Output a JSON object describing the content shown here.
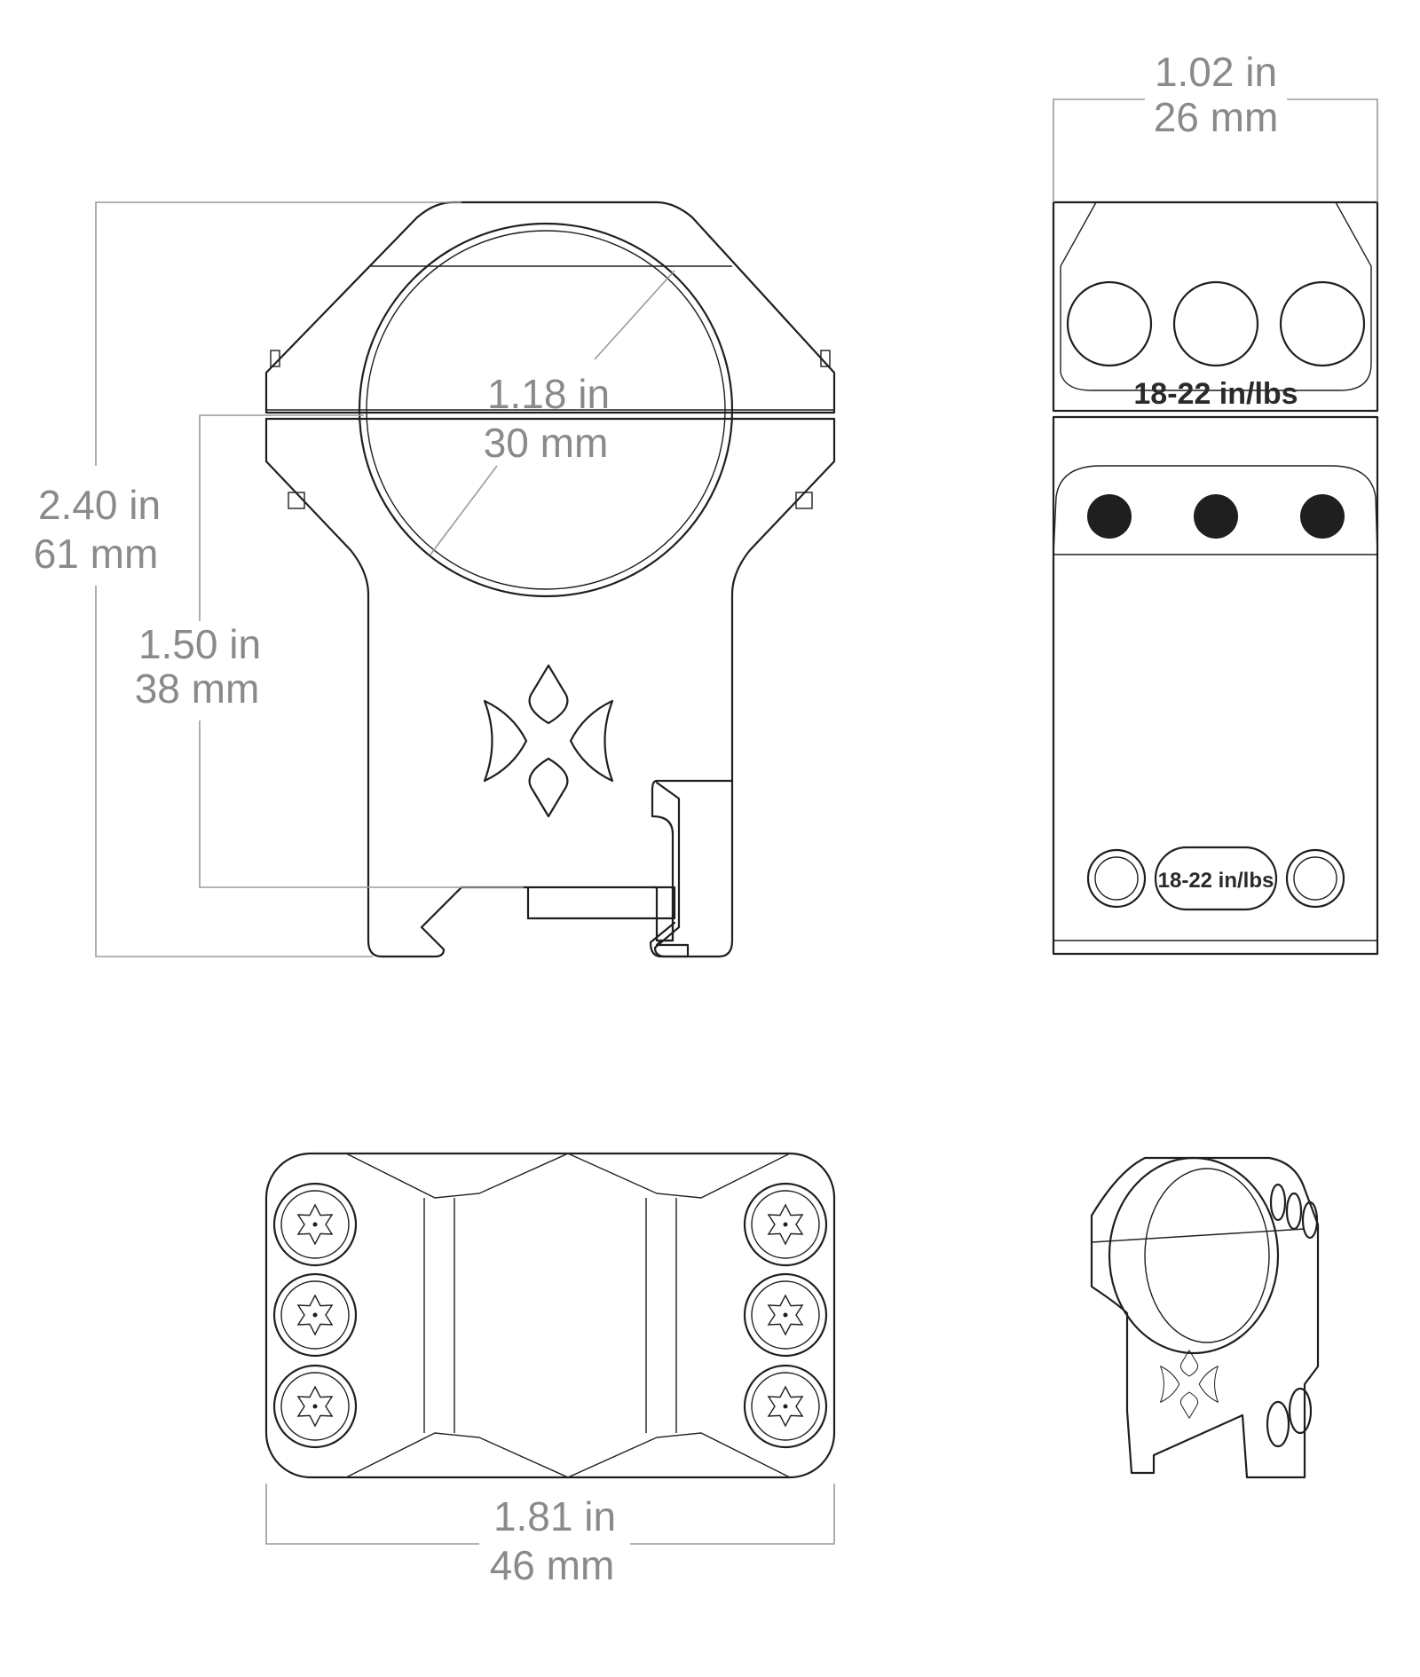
{
  "dimensions": {
    "overall_height": {
      "imperial": "2.40 in",
      "metric": "61 mm"
    },
    "centerline_height": {
      "imperial": "1.50 in",
      "metric": "38 mm"
    },
    "ring_diameter": {
      "imperial": "1.18 in",
      "metric": "30 mm"
    },
    "ring_width": {
      "imperial": "1.02 in",
      "metric": "26 mm"
    },
    "base_length": {
      "imperial": "1.81 in",
      "metric": "46 mm"
    }
  },
  "engravings": {
    "top_cap_torque": "18-22 in/lbs",
    "base_torque": "18-22 in/lbs"
  },
  "colors": {
    "outline": "#1f1f1f",
    "dimension": "#8a8a8a",
    "background": "#ffffff"
  }
}
